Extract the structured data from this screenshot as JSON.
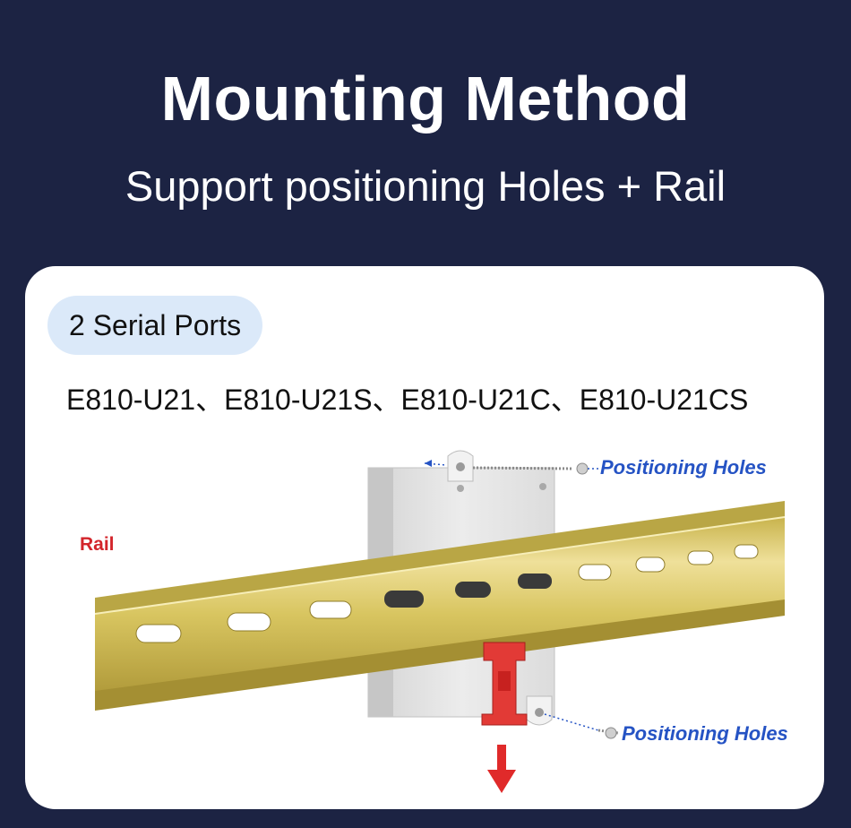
{
  "header": {
    "title": "Mounting Method",
    "subtitle": "Support positioning Holes + Rail"
  },
  "card": {
    "badge": "2 Serial Ports",
    "models": "E810-U21、E810-U21S、E810-U21C、E810-U21CS"
  },
  "illustration": {
    "rail_label": "Rail",
    "top_label": "Positioning Holes",
    "bottom_label": "Positioning Holes"
  },
  "colors": {
    "background": "#1c2343",
    "card": "#ffffff",
    "badge_bg": "#dbe9f9",
    "label_blue": "#2553c4",
    "label_red": "#d3252b",
    "rail_gold": "#d9c55d"
  }
}
